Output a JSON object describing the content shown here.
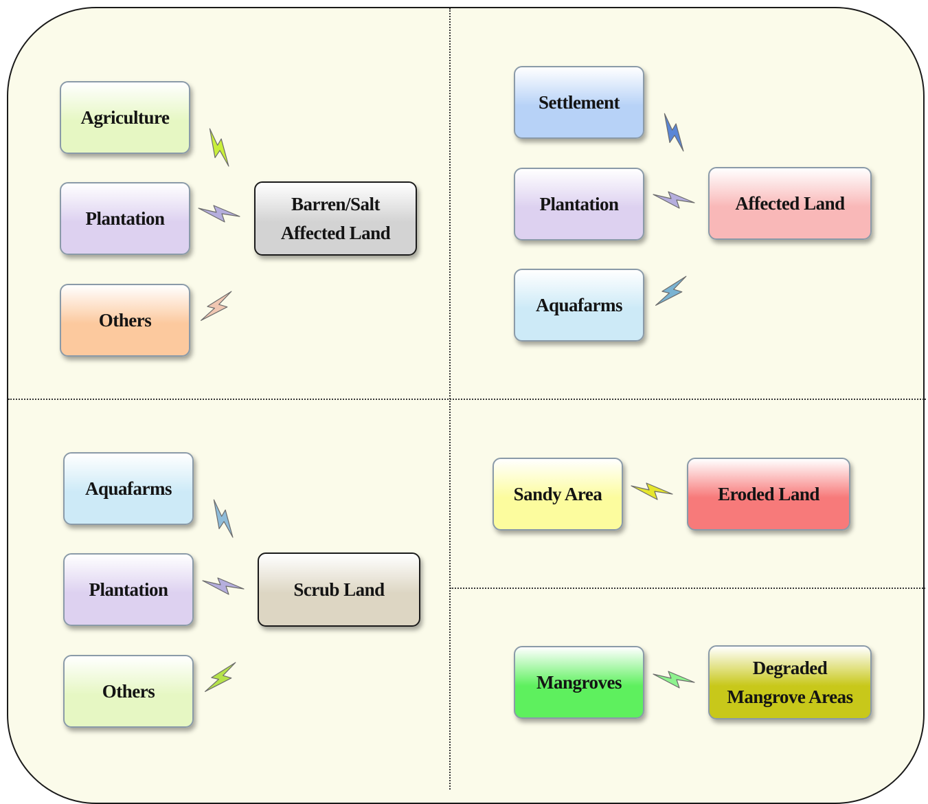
{
  "quadrants": {
    "top_left": {
      "target": {
        "label": "Barren/Salt\nAffected Land",
        "color": "#d3d3d3"
      },
      "sources": [
        {
          "label": "Agriculture",
          "color": "#e6f7c3",
          "bolt": "#c9ef3a"
        },
        {
          "label": "Plantation",
          "color": "#ddd1f0",
          "bolt": "#b5aedd"
        },
        {
          "label": "Others",
          "color": "#fcc99e",
          "bolt": "#f0c7b2"
        }
      ]
    },
    "top_right": {
      "target": {
        "label": "Affected Land",
        "color": "#f9b8b8"
      },
      "sources": [
        {
          "label": "Settlement",
          "color": "#b7d2f7",
          "bolt": "#5a86d6"
        },
        {
          "label": "Plantation",
          "color": "#ddd1f0",
          "bolt": "#b5aedd"
        },
        {
          "label": "Aquafarms",
          "color": "#cdeaf7",
          "bolt": "#7ab3d2"
        }
      ]
    },
    "bottom_left": {
      "target": {
        "label": "Scrub Land",
        "color": "#ddd6c3"
      },
      "sources": [
        {
          "label": "Aquafarms",
          "color": "#cdeaf7",
          "bolt": "#8fbcd9"
        },
        {
          "label": "Plantation",
          "color": "#ddd1f0",
          "bolt": "#b5aedd"
        },
        {
          "label": "Others",
          "color": "#e6f7c3",
          "bolt": "#b6e34a"
        }
      ]
    },
    "bottom_right_top": {
      "target": {
        "label": "Eroded Land",
        "color": "#f77a7a"
      },
      "sources": [
        {
          "label": "Sandy Area",
          "color": "#fcfc9e",
          "bolt": "#e6e62e"
        }
      ]
    },
    "bottom_right_bottom": {
      "target": {
        "label": "Degraded\nMangrove Areas",
        "color": "#c8c81a"
      },
      "sources": [
        {
          "label": "Mangroves",
          "color": "#5ef05e",
          "bolt": "#8ef28e"
        }
      ]
    }
  },
  "colors": {
    "background": "#fbfbea",
    "frame_border": "#1a1a1a"
  }
}
